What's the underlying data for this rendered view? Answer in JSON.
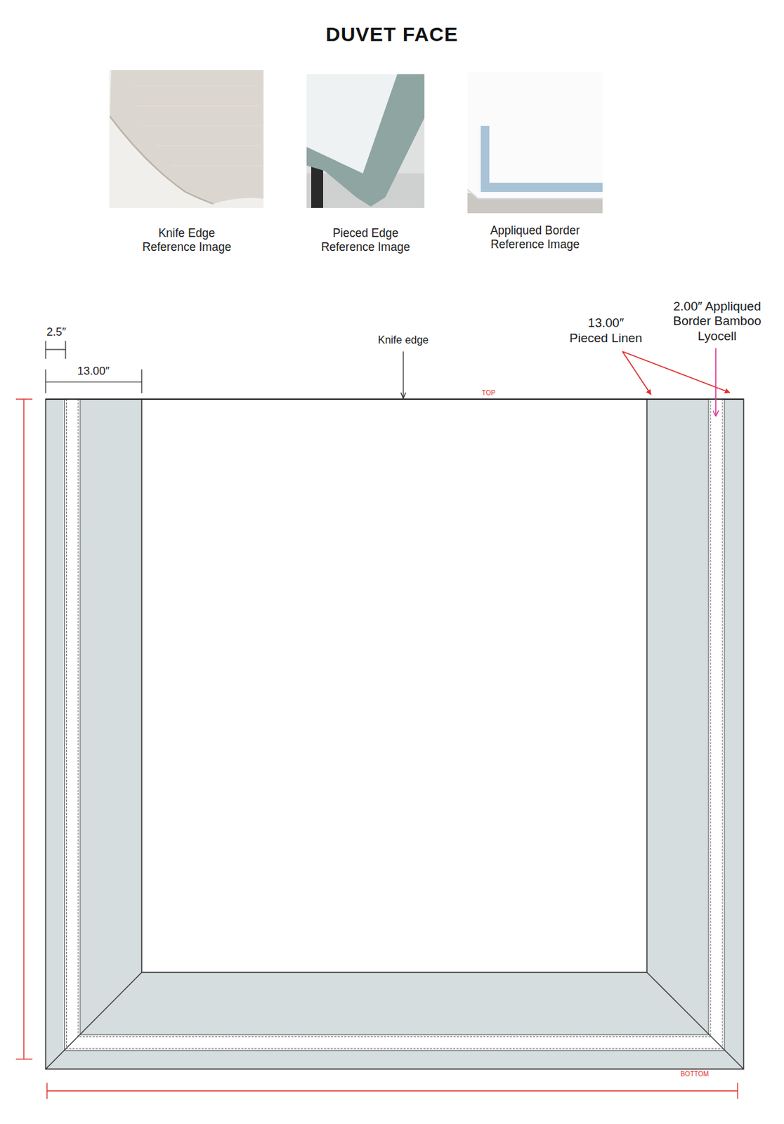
{
  "diagram": {
    "title": "DUVET FACE",
    "labels": [
      "Knife Edge Reference Image",
      "Pieced Edge Reference Image",
      "Appliqued Border Reference Image",
      "2.5″",
      "13.00″",
      "Knife edge",
      "13.00″ Pieced Linen",
      "2.00″ Appliqued Border Bamboo Lyocell",
      "TOP",
      "BOTTOM"
    ]
  }
}
